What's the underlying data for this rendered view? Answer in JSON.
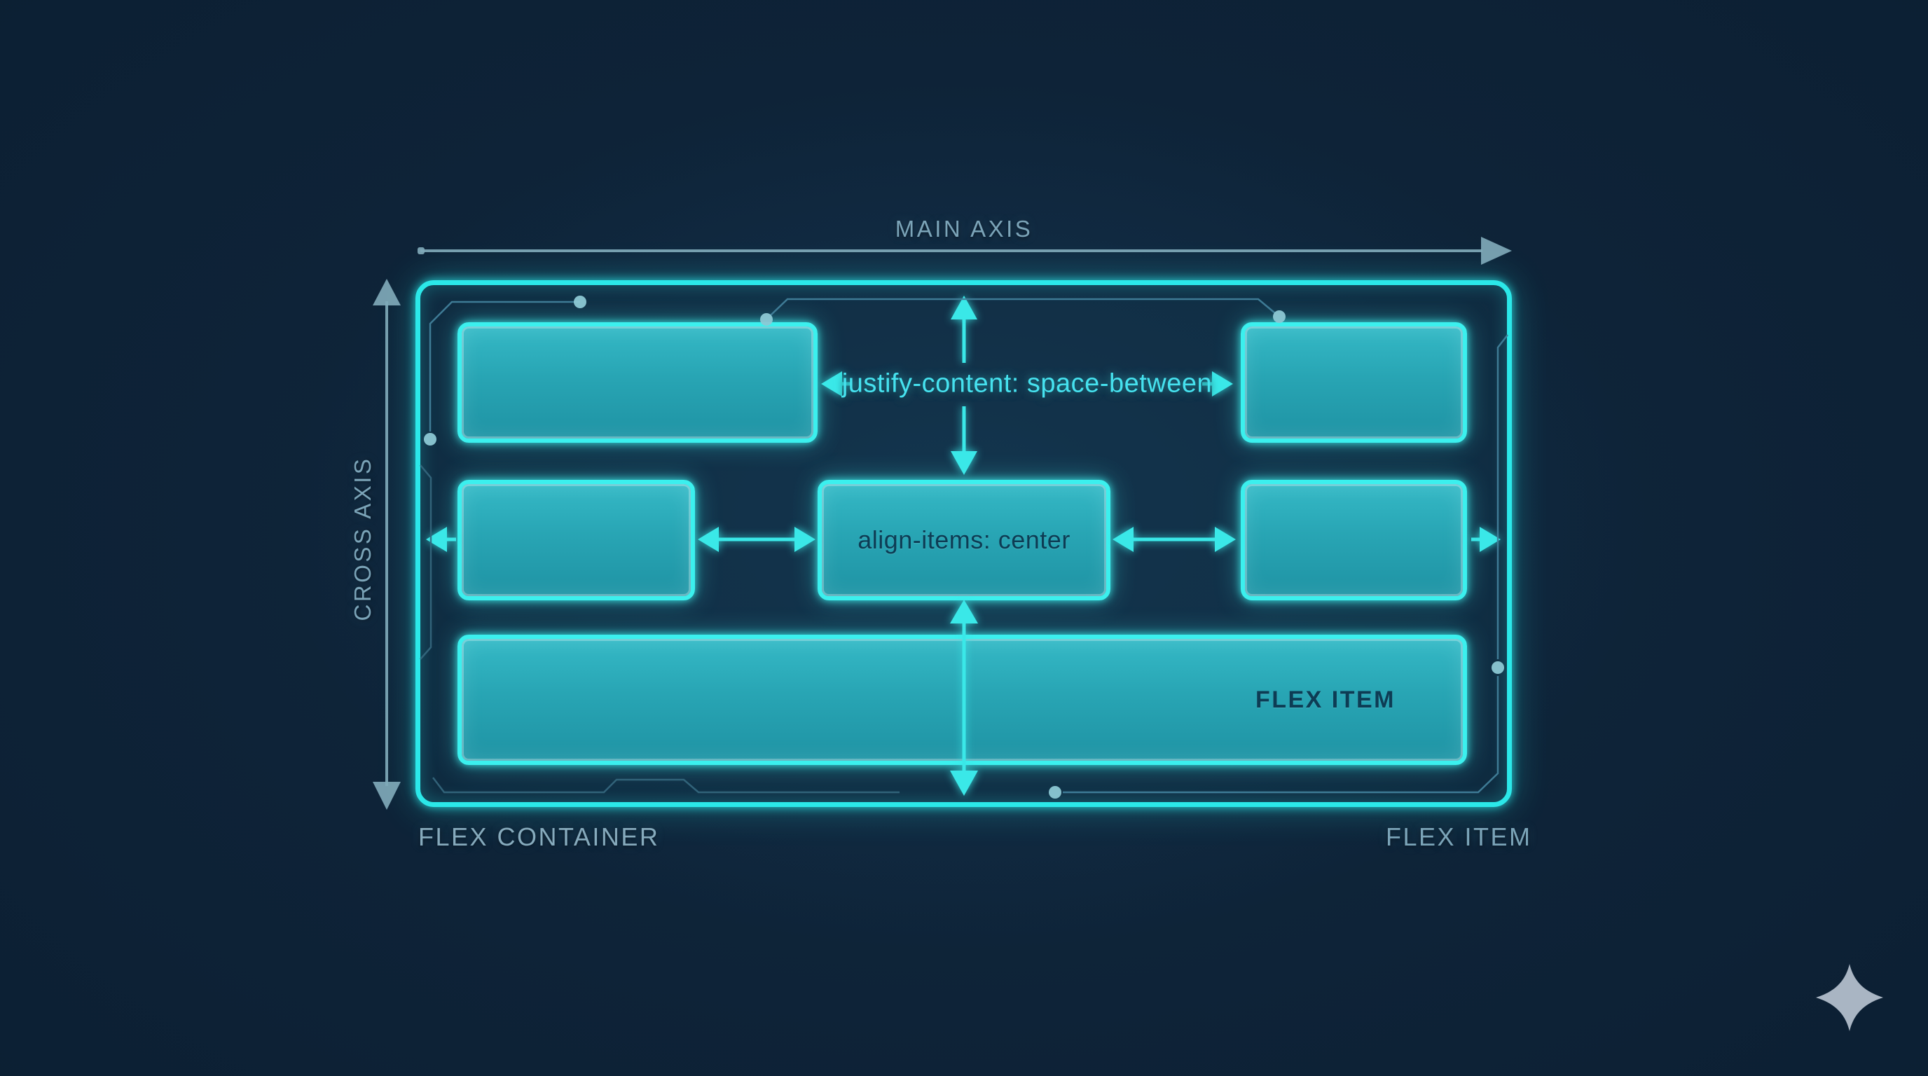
{
  "axes": {
    "main": "MAIN AXIS",
    "cross": "CROSS AXIS"
  },
  "annotations": {
    "justify": "justify-content: space-between",
    "align": "align-items: center"
  },
  "captions": {
    "container": "FLEX CONTAINER",
    "item": "FLEX ITEM"
  },
  "boxes": {
    "bottom_item_label": "FLEX ITEM"
  },
  "icons": {
    "sparkle": "four-point-sparkle"
  },
  "colors": {
    "background": "#0c1f33",
    "neon_accent": "#2be8e9",
    "box_fill": "#28a5b4",
    "annotation_text": "#46e2ef",
    "dark_text": "#0d3c54",
    "muted_label": "#7ba4b8",
    "trace": "#41809a",
    "sparkle": "#a9b5c3"
  }
}
